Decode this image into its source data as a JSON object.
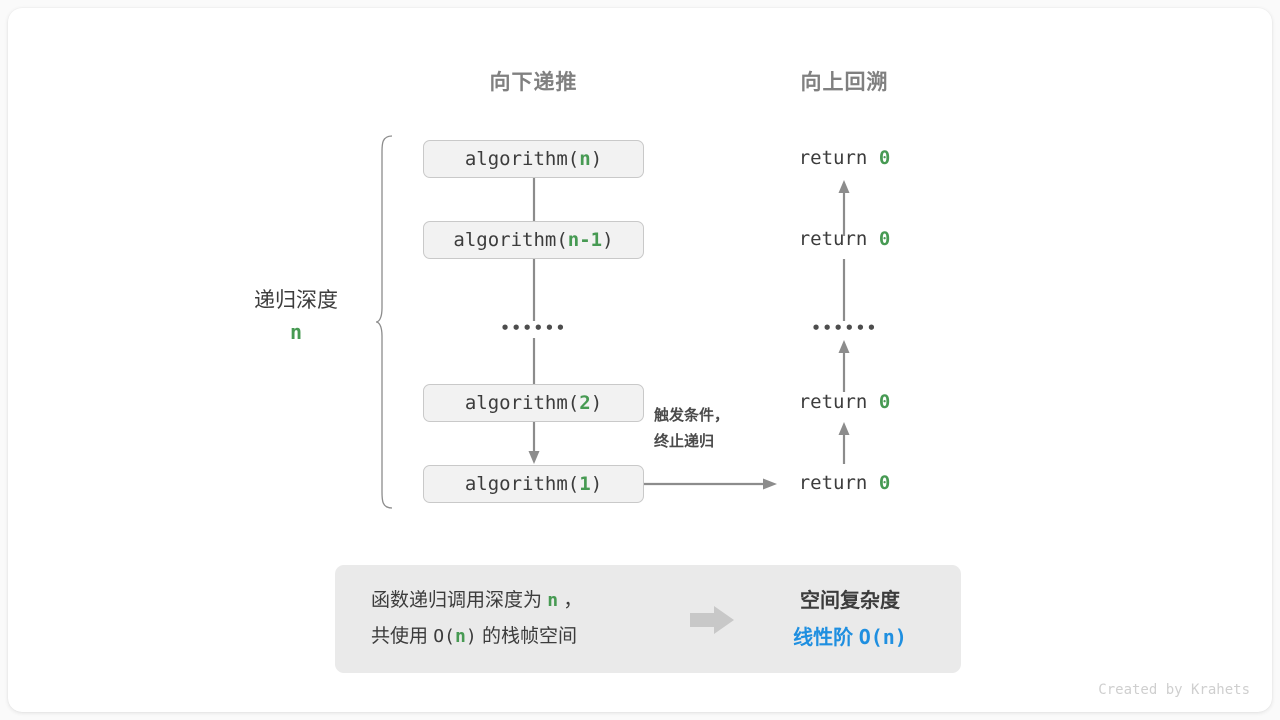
{
  "diagram": {
    "headings": {
      "left": "向下递推",
      "right": "向上回溯"
    },
    "depth": {
      "label": "递归深度",
      "value": "n"
    },
    "calls": [
      {
        "prefix": "algorithm(",
        "arg": "n",
        "suffix": ")"
      },
      {
        "prefix": "algorithm(",
        "arg": "n-1",
        "suffix": ")"
      },
      {
        "prefix": "algorithm(",
        "arg": "2",
        "suffix": ")"
      },
      {
        "prefix": "algorithm(",
        "arg": "1",
        "suffix": ")"
      }
    ],
    "returns": [
      {
        "keyword": "return",
        "value": "0"
      },
      {
        "keyword": "return",
        "value": "0"
      },
      {
        "keyword": "return",
        "value": "0"
      },
      {
        "keyword": "return",
        "value": "0"
      }
    ],
    "ellipsis": "••••••",
    "note": {
      "line1": "触发条件，",
      "line2": "终止递归"
    },
    "summary": {
      "left_line1_a": "函数递归调用深度为",
      "left_line1_n": "n",
      "left_line1_b": "，",
      "left_line2_a": "共使用",
      "left_line2_b": "O(",
      "left_line2_n": "n",
      "left_line2_c": ")",
      "left_line2_d": "的栈帧空间",
      "right_title": "空间复杂度",
      "right_value_a": "线性阶",
      "right_value_b": "O(n)"
    },
    "credit": "Created by Krahets",
    "colors": {
      "accent_green": "#479a53",
      "accent_blue": "#1f8fe0",
      "box_fill": "#f2f2f2",
      "box_border": "#c9c9c9",
      "panel_fill": "#eaeaea",
      "arrow": "#8c8c8c",
      "text": "#3c3c3c",
      "heading": "#808080"
    }
  }
}
